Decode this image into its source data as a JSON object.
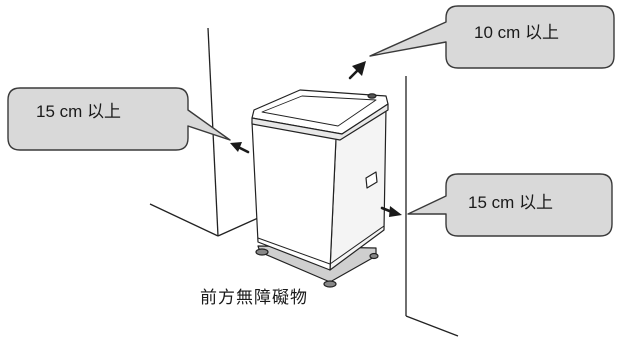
{
  "callouts": {
    "top_right": "10 cm 以上",
    "left": "15 cm 以上",
    "right": "15 cm 以上"
  },
  "front_obstacle_label": "前方無障礙物",
  "colors": {
    "callout_fill": "#d9d9d9",
    "callout_stroke": "#3a3a3a",
    "line": "#222222",
    "appliance_body": "#ffffff"
  },
  "icons": {
    "clearance_arrow": "arrow-icon",
    "appliance": "top-load-washing-machine"
  }
}
